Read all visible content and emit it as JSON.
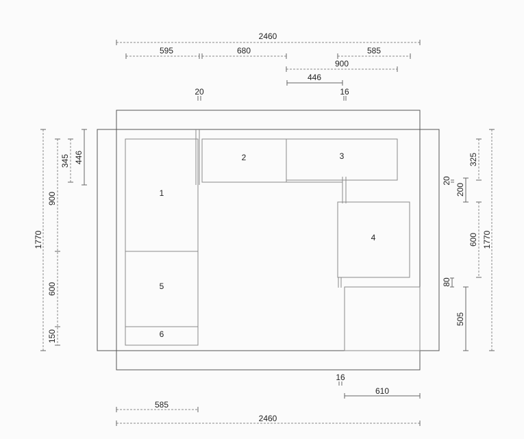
{
  "cabinets": [
    "1",
    "2",
    "3",
    "4",
    "5",
    "6"
  ],
  "dimensions": {
    "top": {
      "total": "2460",
      "seg1": "595",
      "seg2": "680",
      "seg3": "585",
      "span900": "900",
      "span446": "446",
      "gap_left": "20",
      "gap_right": "16"
    },
    "left": {
      "total": "1770",
      "d900": "900",
      "d600": "600",
      "d150": "150",
      "d345": "345",
      "d446": "446"
    },
    "right": {
      "total": "1770",
      "d325": "325",
      "d20": "20",
      "d200": "200",
      "d600": "600",
      "d80": "80",
      "d505": "505"
    },
    "bottom": {
      "gap": "16",
      "d610": "610",
      "d585": "585",
      "total": "2460"
    }
  }
}
